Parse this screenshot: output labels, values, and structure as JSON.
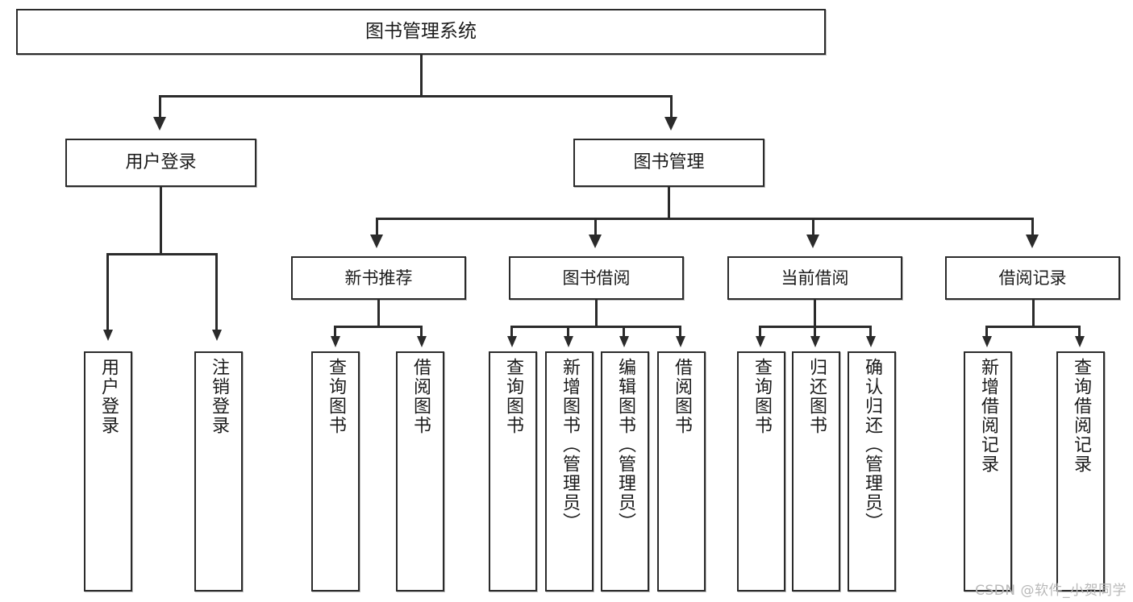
{
  "diagram": {
    "title": "图书管理系统",
    "type": "tree-hierarchy-diagram",
    "root": {
      "label": "图书管理系统"
    },
    "level1": [
      {
        "id": "user-login",
        "label": "用户登录"
      },
      {
        "id": "book-management",
        "label": "图书管理"
      }
    ],
    "level2": [
      {
        "id": "new-book-recommend",
        "label": "新书推荐"
      },
      {
        "id": "book-borrow",
        "label": "图书借阅"
      },
      {
        "id": "current-borrow",
        "label": "当前借阅"
      },
      {
        "id": "borrow-record",
        "label": "借阅记录"
      }
    ],
    "leaves": {
      "user_login": [
        {
          "id": "leaf-user-login",
          "label": "用户登录"
        },
        {
          "id": "leaf-logout-login",
          "label": "注销登录"
        }
      ],
      "new_book_recommend": [
        {
          "id": "leaf-query-book-1",
          "label": "查询图书"
        },
        {
          "id": "leaf-borrow-book-1",
          "label": "借阅图书"
        }
      ],
      "book_borrow": [
        {
          "id": "leaf-query-book-2",
          "label": "查询图书"
        },
        {
          "id": "leaf-add-book",
          "label": "新增图书（管理员）"
        },
        {
          "id": "leaf-edit-book",
          "label": "编辑图书（管理员）"
        },
        {
          "id": "leaf-borrow-book-2",
          "label": "借阅图书"
        }
      ],
      "current_borrow": [
        {
          "id": "leaf-query-book-3",
          "label": "查询图书"
        },
        {
          "id": "leaf-return-book",
          "label": "归还图书"
        },
        {
          "id": "leaf-confirm-return",
          "label": "确认归还（管理员）"
        }
      ],
      "borrow_record": [
        {
          "id": "leaf-add-borrow-record",
          "label": "新增借阅记录"
        },
        {
          "id": "leaf-query-borrow-record",
          "label": "查询借阅记录"
        }
      ]
    }
  },
  "watermark": {
    "text": "CSDN @软件_小贺同学"
  },
  "colors": {
    "border": "#2b2b2b",
    "background": "#ffffff",
    "text": "#1b1b1b",
    "watermark": "#b9b9b9"
  }
}
